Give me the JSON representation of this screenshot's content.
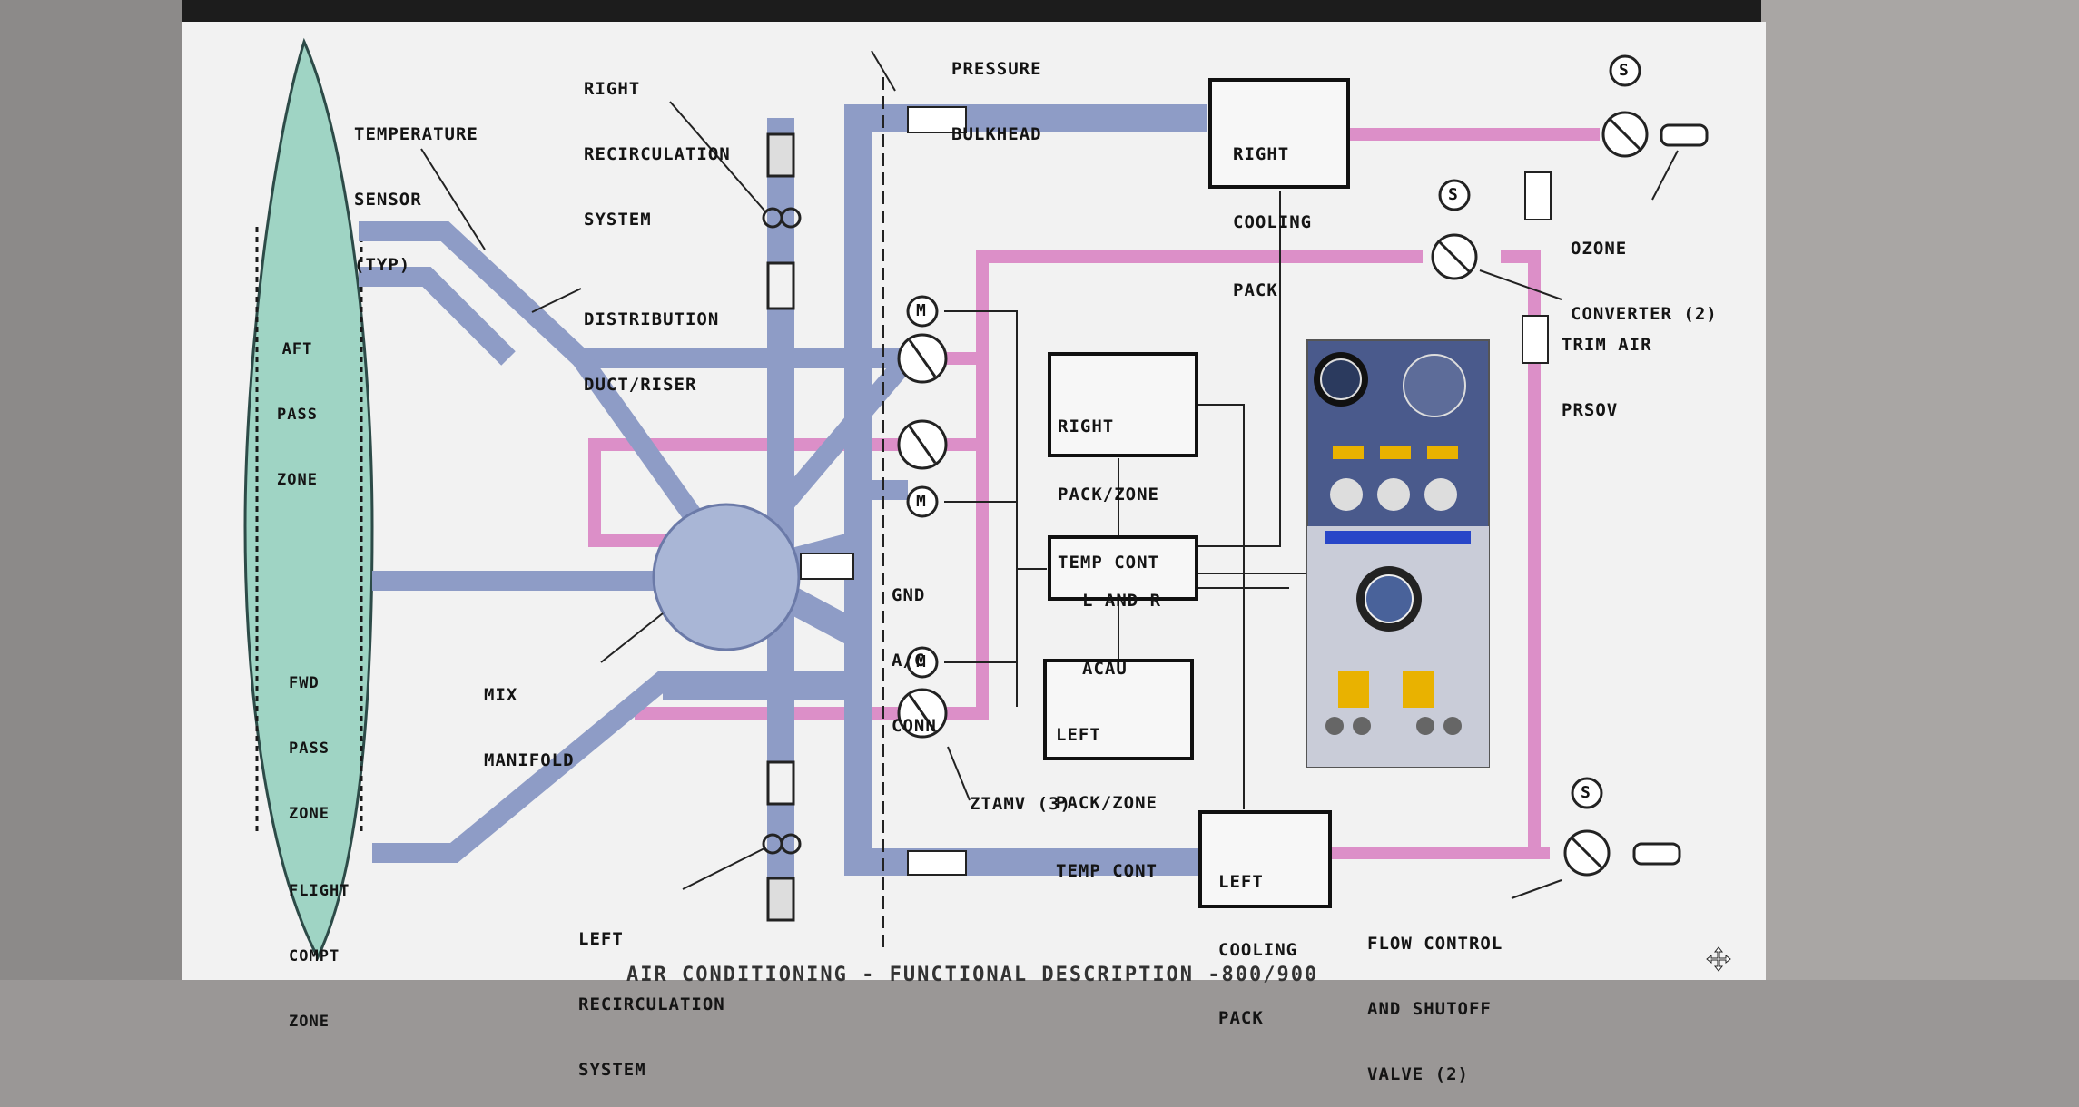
{
  "zones": {
    "aft": [
      "AFT",
      "PASS",
      "ZONE"
    ],
    "fwd": [
      "FWD",
      "PASS",
      "ZONE"
    ],
    "flight": [
      "FLIGHT",
      "COMPT",
      "ZONE"
    ]
  },
  "labels": {
    "temp_sensor": [
      "TEMPERATURE",
      "SENSOR",
      "(TYP)"
    ],
    "right_recirc": [
      "RIGHT",
      "RECIRCULATION",
      "SYSTEM"
    ],
    "pressure_bulkhead": [
      "PRESSURE",
      "BULKHEAD"
    ],
    "distribution": [
      "DISTRIBUTION",
      "DUCT/RISER"
    ],
    "mix_manifold": [
      "MIX",
      "MANIFOLD"
    ],
    "left_recirc": [
      "LEFT",
      "RECIRCULATION",
      "SYSTEM"
    ],
    "gnd_conn": [
      "GND",
      "A/C",
      "CONN"
    ],
    "ztamv": "ZTAMV (3)",
    "ozone": [
      "OZONE",
      "CONVERTER (2)"
    ],
    "trim_air": [
      "TRIM AIR",
      "PRSOV"
    ],
    "flow_control": [
      "FLOW CONTROL",
      "AND SHUTOFF",
      "VALVE (2)"
    ]
  },
  "boxes": {
    "right_cooling": [
      "RIGHT",
      "COOLING",
      "PACK"
    ],
    "left_cooling": [
      "LEFT",
      "COOLING",
      "PACK"
    ],
    "right_zone": [
      "RIGHT",
      "PACK/ZONE",
      "TEMP CONT"
    ],
    "acau": [
      "L AND R",
      "ACAU"
    ],
    "left_zone": [
      "LEFT",
      "PACK/ZONE",
      "TEMP CONT"
    ]
  },
  "symbols": {
    "motor": "M",
    "shutoff": "S"
  },
  "caption": "AIR CONDITIONING - FUNCTIONAL DESCRIPTION -800/900",
  "colors": {
    "duct_blue": "#8e9cc6",
    "duct_pink": "#dc8fc8",
    "zone_fill": "#9fd4c4",
    "paper": "#f2f2f2",
    "panel": "#4a5a8c"
  }
}
